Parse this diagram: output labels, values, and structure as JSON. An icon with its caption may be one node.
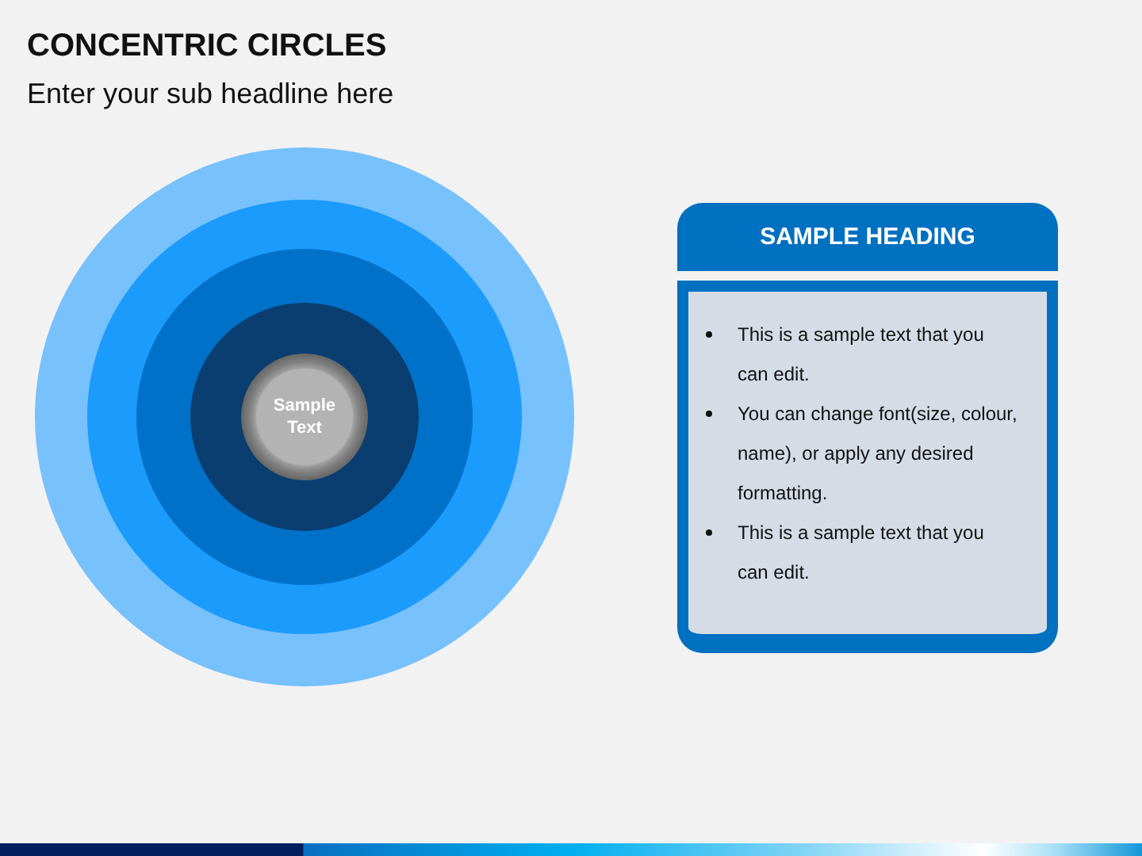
{
  "diagram": {
    "title": "CONCENTRIC CIRCLES",
    "nodes": [
      {
        "text": [],
        "shape": "circle"
      },
      {
        "text": [],
        "shape": "circle",
        "in": 0
      },
      {
        "text": [],
        "shape": "circle",
        "in": 1
      },
      {
        "text": [],
        "shape": "circle",
        "in": 2
      },
      {
        "text": [
          "Sample Text"
        ],
        "in": 3
      },
      {
        "text": [
          "SAMPLE HEADING"
        ]
      },
      {
        "text": [
          "This is a sample text that you can edit.",
          "You can change font(size, colour, name), or apply any desired formatting.",
          "This is a sample text that you can edit."
        ]
      }
    ],
    "labels": [
      "Enter your sub headline here"
    ]
  }
}
